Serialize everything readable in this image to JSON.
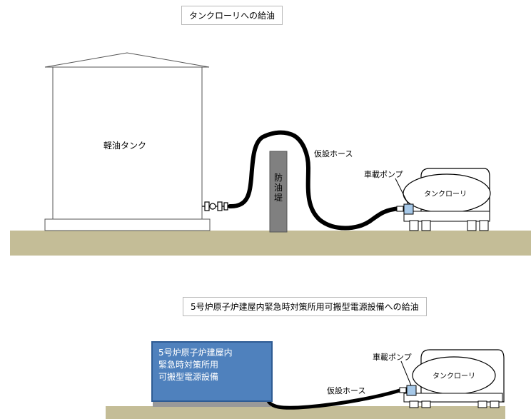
{
  "diagram1": {
    "title": "タンクローリへの給油",
    "tank_label": "軽油タンク",
    "dike_label": [
      "防",
      "油",
      "堤"
    ],
    "hose_label": "仮設ホース",
    "pump_label": "車載ポンプ",
    "truck_label": "タンクローリ"
  },
  "diagram2": {
    "title": "5号炉原子炉建屋内緊急時対策所用可搬型電源設備への給油",
    "equipment_label_lines": [
      "5号炉原子炉建屋内",
      "緊急時対策所用",
      "可搬型電源設備"
    ],
    "hose_label": "仮設ホース",
    "pump_label": "車載ポンプ",
    "truck_label": "タンクローリ"
  },
  "colors": {
    "ground": "#c4bd97",
    "dike": "#808080",
    "equipment": "#4f81bd",
    "pump": "#a6c8e8",
    "hose": "#000000"
  }
}
